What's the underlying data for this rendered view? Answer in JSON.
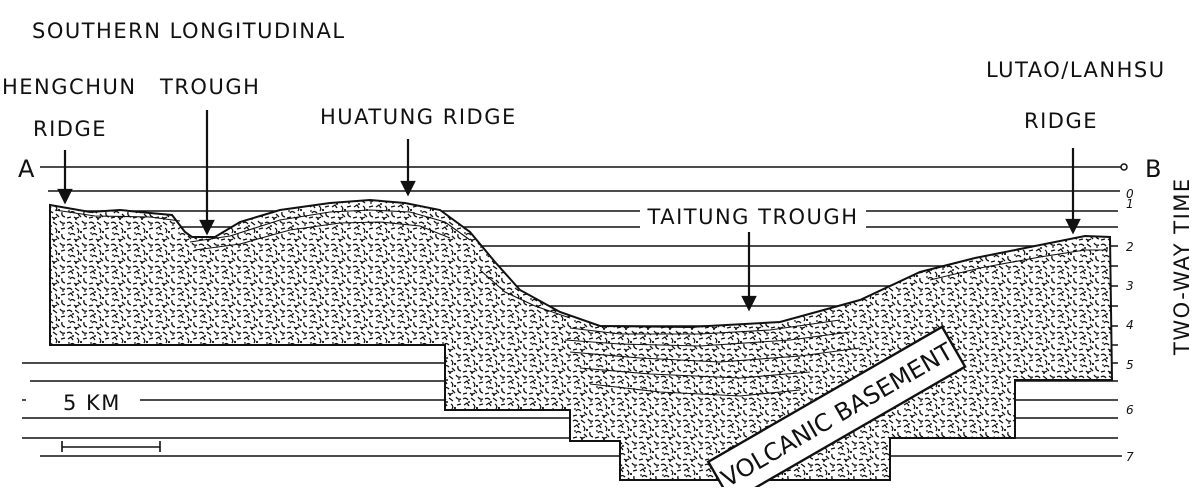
{
  "figure": {
    "labels": {
      "southern_longitudinal": "SOUTHERN LONGITUDINAL",
      "hengchun": "HENGCHUN",
      "ridge_under_hengchun": "RIDGE",
      "trough": "TROUGH",
      "huatung_ridge": "HUATUNG RIDGE",
      "lutao_lanhsu": "LUTAO/LANHSU",
      "ridge_under_lutao": "RIDGE",
      "taitung_trough": "TAITUNG TROUGH",
      "volcanic_basement": "VOLCANIC BASEMENT",
      "point_a": "A",
      "point_b": "B",
      "axis_title": "TWO-WAY TIME",
      "scale_bar": "5 KM"
    },
    "time_ticks": [
      "0",
      "1",
      "2",
      "3",
      "4",
      "5",
      "6",
      "7"
    ],
    "colors": {
      "ink": "#111111",
      "paper": "#ffffff"
    }
  }
}
